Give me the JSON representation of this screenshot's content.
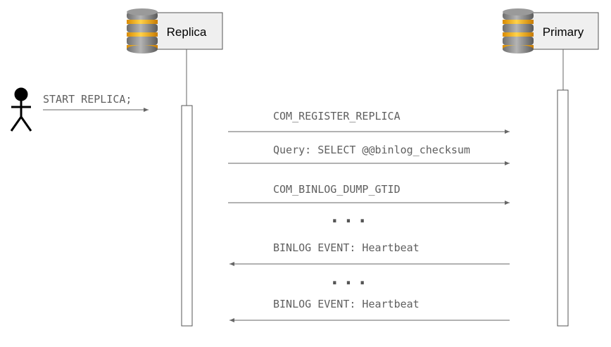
{
  "participants": {
    "replica": {
      "label": "Replica",
      "icon": "database-icon"
    },
    "primary": {
      "label": "Primary",
      "icon": "database-icon"
    },
    "actor": {
      "icon": "stick-figure-icon"
    }
  },
  "actor_message": {
    "label": "START REPLICA;"
  },
  "messages": [
    {
      "label": "COM_REGISTER_REPLICA",
      "direction": "replica-to-primary"
    },
    {
      "label": "Query: SELECT @@binlog_checksum",
      "direction": "replica-to-primary"
    },
    {
      "label": "COM_BINLOG_DUMP_GTID",
      "direction": "replica-to-primary"
    },
    {
      "label": "BINLOG EVENT: Heartbeat",
      "direction": "primary-to-replica"
    },
    {
      "label": "BINLOG EVENT: Heartbeat",
      "direction": "primary-to-replica"
    }
  ],
  "ellipsis": {
    "label": "..."
  },
  "colors": {
    "box_fill": "#efefef",
    "box_stroke": "#555555",
    "line": "#666666",
    "text": "#5f5f5f",
    "db_gray": "#8c8c8c",
    "db_gold": "#f0b000"
  }
}
